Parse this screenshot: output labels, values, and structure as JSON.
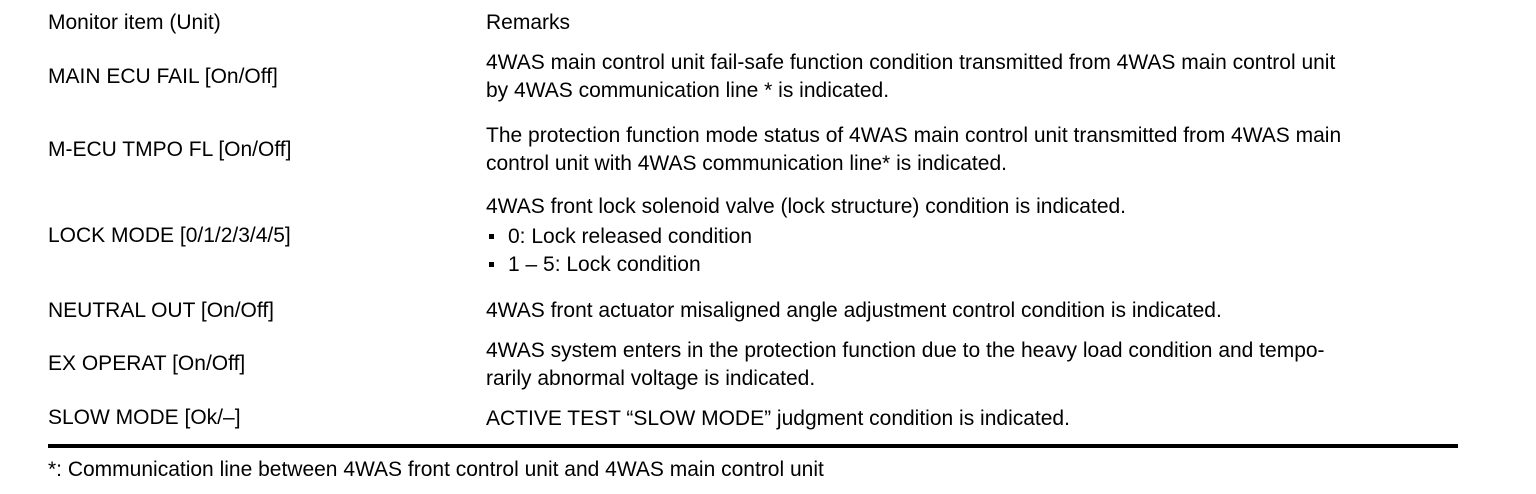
{
  "table": {
    "headers": {
      "item": "Monitor item (Unit)",
      "remarks": "Remarks"
    },
    "rows": [
      {
        "item": "MAIN ECU FAIL [On/Off]",
        "remarks_lines": [
          "4WAS main control unit fail-safe function condition transmitted from 4WAS main control unit",
          "by 4WAS communication line * is indicated."
        ]
      },
      {
        "item": "M-ECU TMPO FL [On/Off]",
        "remarks_lines": [
          "The protection function mode status of 4WAS main control unit transmitted from 4WAS main",
          "control unit with 4WAS communication line* is indicated."
        ]
      },
      {
        "item": "LOCK MODE [0/1/2/3/4/5]",
        "remarks_lines": [
          "4WAS front lock solenoid valve (lock structure) condition is indicated."
        ],
        "bullets": [
          "0: Lock released condition",
          "1 – 5: Lock condition"
        ]
      },
      {
        "item": "NEUTRAL OUT [On/Off]",
        "remarks_lines": [
          "4WAS front actuator misaligned angle adjustment control condition is indicated."
        ]
      },
      {
        "item": "EX OPERAT [On/Off]",
        "remarks_lines": [
          "4WAS system enters in the protection function due to the heavy load condition and tempo-",
          "rarily abnormal voltage is indicated."
        ]
      },
      {
        "item": "SLOW MODE [Ok/–]",
        "remarks_lines": [
          "ACTIVE TEST “SLOW MODE” judgment condition is indicated."
        ]
      }
    ]
  },
  "footnote": "*: Communication line between 4WAS front control unit and 4WAS main control unit"
}
